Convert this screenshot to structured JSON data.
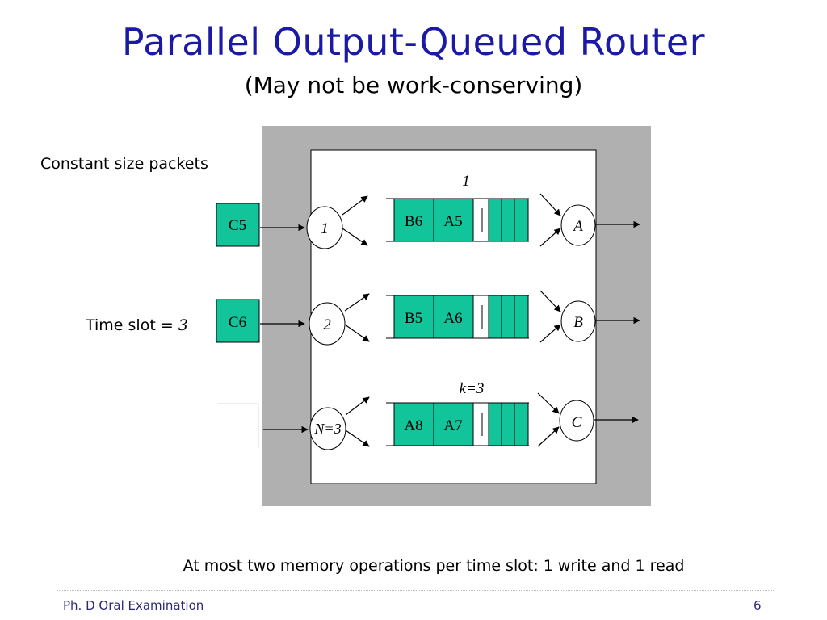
{
  "slide": {
    "title": "Parallel Output-Queued Router",
    "subtitle": "(May not be work-conserving)",
    "constant_size": "Constant size packets",
    "time_slot_label": "Time slot = ",
    "time_slot_value": "3",
    "note_prefix": "At most two memory operations per time slot: 1 write ",
    "note_and": "and",
    "note_suffix": " 1 read",
    "footer_left": "Ph. D Oral Examination",
    "footer_page": "6"
  },
  "diagram": {
    "memory_label_top": "1",
    "memory_label_bottom": "k=3",
    "inputs": [
      {
        "label": "1",
        "packet": "C5"
      },
      {
        "label": "2",
        "packet": "C6"
      },
      {
        "label": "N=3",
        "packet": ""
      }
    ],
    "queues": [
      {
        "cells": [
          "B6",
          "A5"
        ]
      },
      {
        "cells": [
          "B5",
          "A6"
        ]
      },
      {
        "cells": [
          "A8",
          "A7"
        ]
      }
    ],
    "outputs": [
      "A",
      "B",
      "C"
    ],
    "colors": {
      "packet": "#12c49a",
      "router_bg": "#b0b0b0",
      "title": "#1a1aa6"
    }
  }
}
